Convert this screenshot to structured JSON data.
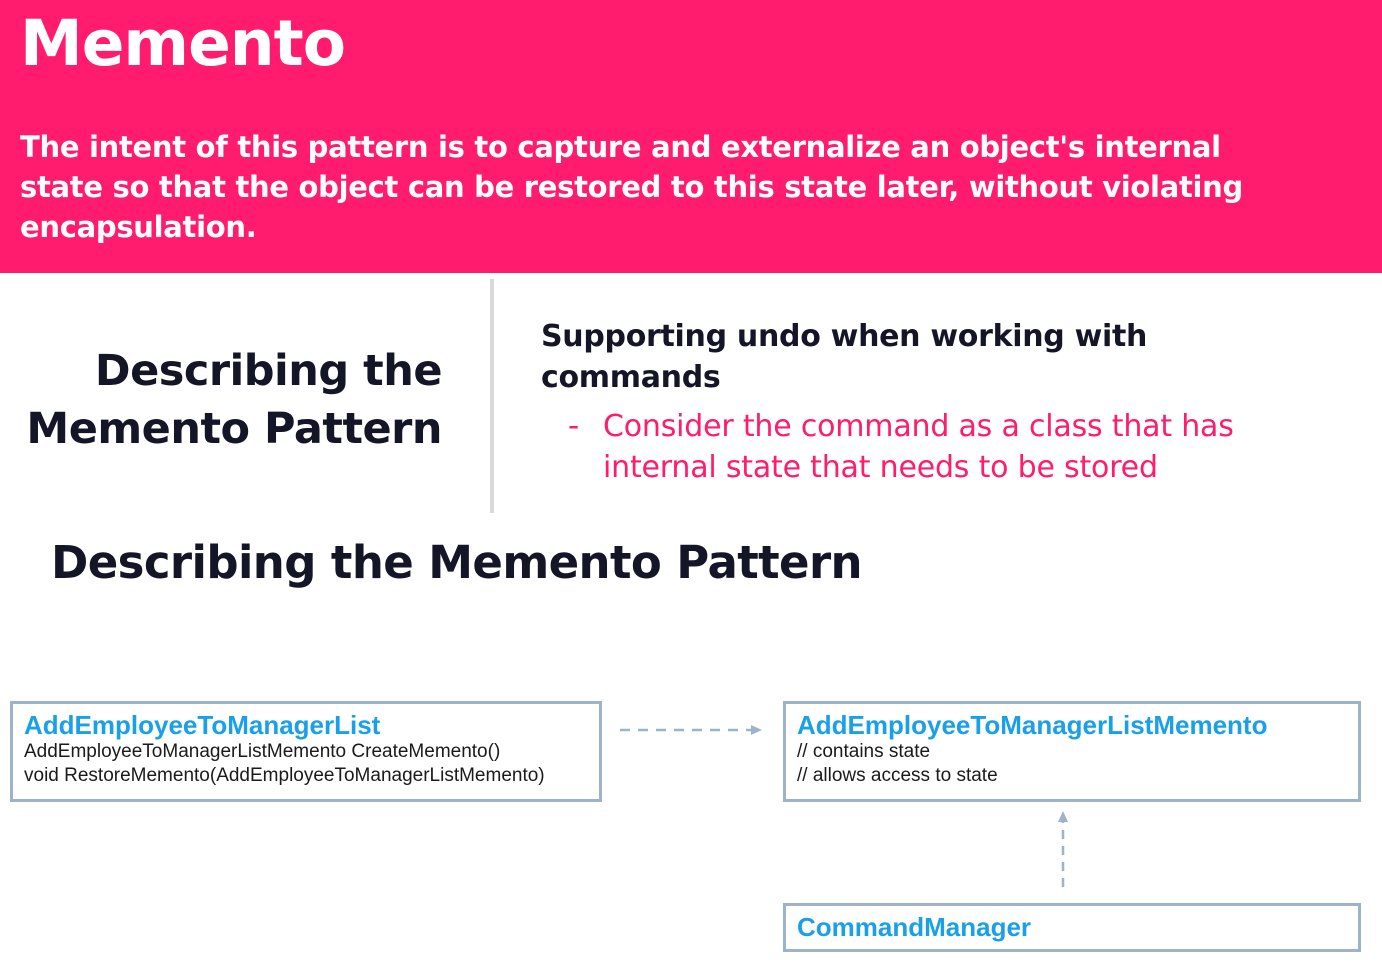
{
  "banner": {
    "title": "Memento",
    "intent": "The intent of this pattern is to capture and externalize an object's internal state so that the object can be restored to this state later, without violating encapsulation."
  },
  "section": {
    "title_line1": "Describing the",
    "title_line2": "Memento Pattern",
    "point_heading": "Supporting undo when working with commands",
    "bullet_marker": "-",
    "bullet": "Consider the command as a class that has internal state that needs to be stored"
  },
  "diagram": {
    "title": "Describing the Memento Pattern",
    "boxes": {
      "originator": {
        "name": "AddEmployeeToManagerList",
        "lines": [
          "AddEmployeeToManagerListMemento CreateMemento()",
          "void RestoreMemento(AddEmployeeToManagerListMemento)"
        ]
      },
      "memento": {
        "name": "AddEmployeeToManagerListMemento",
        "lines": [
          "// contains state",
          "// allows access to state"
        ]
      },
      "caretaker": {
        "name": "CommandManager"
      }
    }
  },
  "colors": {
    "accent": "#ff1b6d",
    "dark_text": "#141628",
    "class_name": "#1aa0e8",
    "box_border": "#9fb3c8",
    "divider": "#d9d9d9"
  }
}
